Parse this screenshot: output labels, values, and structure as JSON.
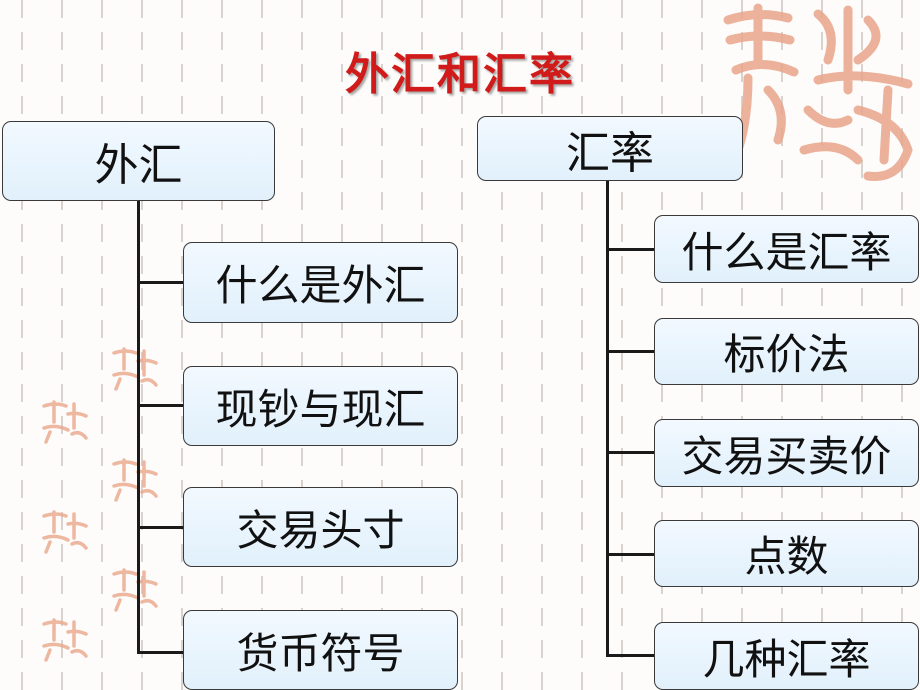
{
  "title": "外汇和汇率",
  "left_root": {
    "label": "外汇",
    "children": [
      "什么是外汇",
      "现钞与现汇",
      "交易头寸",
      "货币符号"
    ]
  },
  "right_root": {
    "label": "汇率",
    "children": [
      "什么是汇率",
      "标价法",
      "交易买卖价",
      "点数",
      "几种汇率"
    ]
  },
  "colors": {
    "title": "#d11a1a",
    "node_fill": "#e6f2fc",
    "node_border": "#3a3a3a",
    "decor": "#e9a58a"
  },
  "decor": {
    "seal_lettering": "吉祥如意"
  }
}
